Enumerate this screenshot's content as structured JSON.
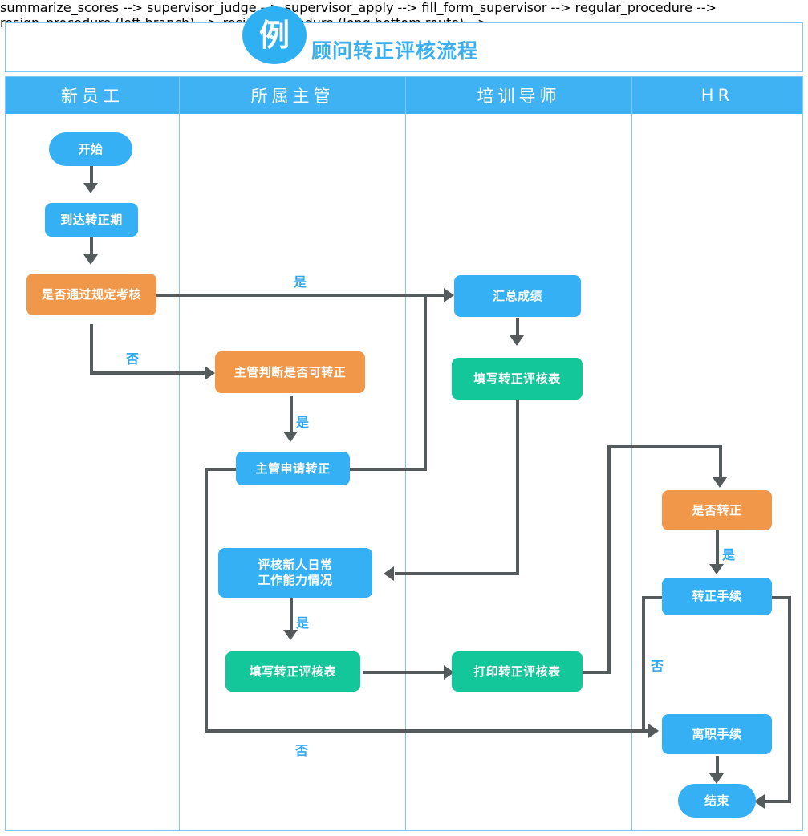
{
  "header": {
    "badge": "例",
    "title": "顾问转正评核流程"
  },
  "lanes": [
    {
      "id": "lane-new-employee",
      "label": "新员工"
    },
    {
      "id": "lane-supervisor",
      "label": "所属主管"
    },
    {
      "id": "lane-trainer",
      "label": "培训导师"
    },
    {
      "id": "lane-hr",
      "label": "HR"
    }
  ],
  "nodes": {
    "start": "开始",
    "probation_due": "到达转正期",
    "pass_assessment": "是否通过规定考核",
    "supervisor_judge": "主管判断是否可转正",
    "supervisor_apply": "主管申请转正",
    "evaluate_newcomer": "评核新人日常\n工作能力情况",
    "fill_form_supervisor": "填写转正评核表",
    "summarize_scores": "汇总成绩",
    "fill_form_trainer": "填写转正评核表",
    "print_form": "打印转正评核表",
    "confirm_regular": "是否转正",
    "regular_procedure": "转正手续",
    "resign_procedure": "离职手续",
    "end": "结束"
  },
  "node_lines": {
    "evaluate_newcomer_1": "评核新人日常",
    "evaluate_newcomer_2": "工作能力情况"
  },
  "edge_labels": {
    "pass_yes": "是",
    "pass_no": "否",
    "judge_yes": "是",
    "evaluate_yes": "是",
    "confirm_yes": "是",
    "regular_no": "否",
    "apply_no": "否"
  },
  "colors": {
    "blue": "#35b0f4",
    "orange": "#f0974a",
    "green": "#13c79a",
    "lane_header": "#3fb2f4",
    "lane_border": "#7ec7f3",
    "connector": "#555a5c",
    "label_text": "#2fa8f0",
    "title_text": "#3ab0f3"
  }
}
